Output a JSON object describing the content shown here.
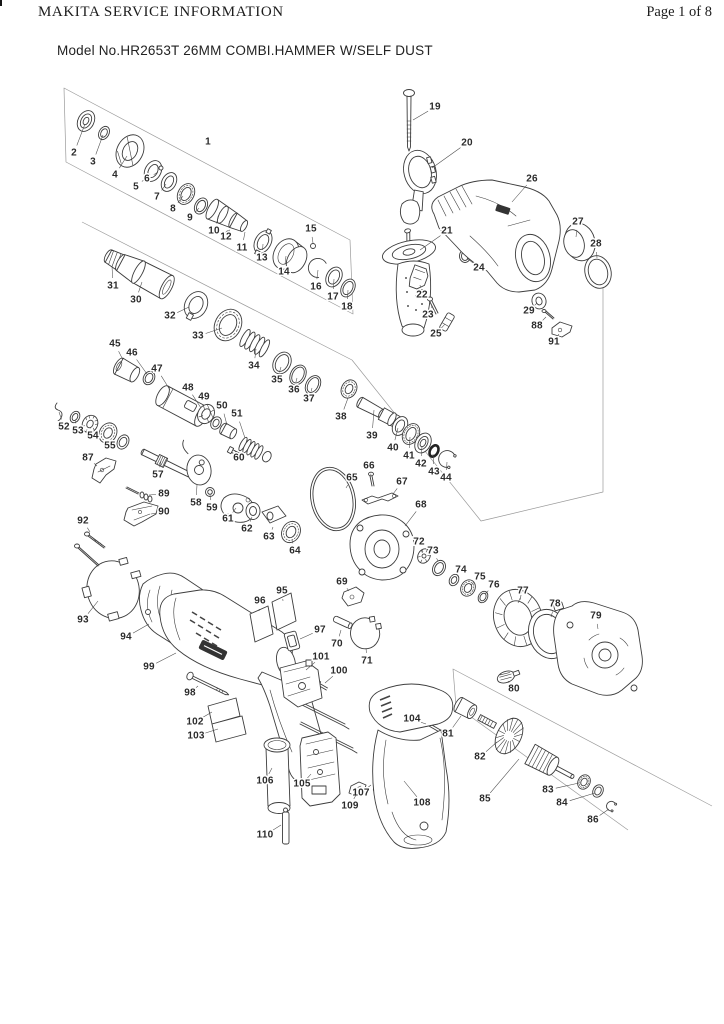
{
  "header": {
    "title": "MAKITA SERVICE INFORMATION",
    "page_indicator": "Page 1 of 8"
  },
  "model_line": "Model No.HR2653T 26MM COMBI.HAMMER W/SELF DUST",
  "diagram": {
    "type": "exploded-parts-diagram",
    "parts": [
      [
        1,
        208,
        142,
        null,
        null
      ],
      [
        2,
        74,
        153,
        85,
        124
      ],
      [
        3,
        93,
        162,
        103,
        135
      ],
      [
        4,
        115,
        175,
        127,
        156
      ],
      [
        5,
        136,
        187,
        150,
        174
      ],
      [
        6,
        147,
        179,
        158,
        172
      ],
      [
        7,
        157,
        197,
        166,
        184
      ],
      [
        8,
        173,
        209,
        183,
        196
      ],
      [
        9,
        190,
        218,
        199,
        208
      ],
      [
        10,
        214,
        231,
        220,
        212
      ],
      [
        11,
        242,
        248,
        245,
        232
      ],
      [
        12,
        226,
        237,
        228,
        233
      ],
      [
        13,
        262,
        258,
        263,
        244
      ],
      [
        14,
        284,
        272,
        286,
        256
      ],
      [
        15,
        311,
        229,
        313,
        243
      ],
      [
        16,
        316,
        287,
        318,
        270
      ],
      [
        17,
        333,
        297,
        334,
        279
      ],
      [
        18,
        347,
        307,
        348,
        290
      ],
      [
        19,
        435,
        107,
        413,
        120
      ],
      [
        20,
        467,
        143,
        432,
        168
      ],
      [
        21,
        447,
        231,
        420,
        250
      ],
      [
        22,
        422,
        295,
        420,
        285
      ],
      [
        23,
        428,
        315,
        432,
        306
      ],
      [
        24,
        479,
        268,
        467,
        258
      ],
      [
        25,
        436,
        334,
        445,
        324
      ],
      [
        26,
        532,
        179,
        512,
        202
      ],
      [
        27,
        578,
        222,
        576,
        237
      ],
      [
        28,
        596,
        244,
        597,
        258
      ],
      [
        29,
        529,
        311,
        537,
        303
      ],
      [
        30,
        136,
        300,
        142,
        282
      ],
      [
        31,
        113,
        286,
        112,
        266
      ],
      [
        32,
        170,
        316,
        189,
        307
      ],
      [
        33,
        198,
        336,
        222,
        328
      ],
      [
        34,
        254,
        366,
        256,
        349
      ],
      [
        35,
        277,
        380,
        281,
        367
      ],
      [
        36,
        294,
        390,
        297,
        378
      ],
      [
        37,
        309,
        399,
        312,
        388
      ],
      [
        38,
        341,
        417,
        348,
        398
      ],
      [
        39,
        372,
        436,
        374,
        410
      ],
      [
        40,
        393,
        448,
        398,
        428
      ],
      [
        41,
        409,
        456,
        410,
        437
      ],
      [
        42,
        421,
        464,
        422,
        446
      ],
      [
        43,
        434,
        472,
        433,
        454
      ],
      [
        44,
        446,
        478,
        447,
        462
      ],
      [
        45,
        115,
        344,
        123,
        360
      ],
      [
        46,
        132,
        353,
        147,
        374
      ],
      [
        47,
        157,
        369,
        170,
        390
      ],
      [
        48,
        188,
        388,
        201,
        408
      ],
      [
        49,
        204,
        397,
        213,
        418
      ],
      [
        50,
        222,
        406,
        227,
        425
      ],
      [
        51,
        237,
        414,
        245,
        438
      ],
      [
        52,
        64,
        427,
        59,
        412
      ],
      [
        53,
        78,
        431,
        75,
        420
      ],
      [
        54,
        93,
        436,
        90,
        427
      ],
      [
        55,
        110,
        446,
        108,
        437
      ],
      [
        57,
        158,
        475,
        161,
        461
      ],
      [
        58,
        196,
        503,
        197,
        485
      ],
      [
        59,
        212,
        508,
        210,
        495
      ],
      [
        60,
        239,
        458,
        236,
        453
      ],
      [
        61,
        228,
        519,
        236,
        508
      ],
      [
        62,
        247,
        529,
        252,
        517
      ],
      [
        63,
        269,
        537,
        273,
        527
      ],
      [
        64,
        295,
        551,
        292,
        540
      ],
      [
        65,
        352,
        478,
        346,
        488
      ],
      [
        66,
        369,
        466,
        371,
        475
      ],
      [
        67,
        402,
        482,
        393,
        494
      ],
      [
        68,
        421,
        505,
        405,
        526
      ],
      [
        69,
        342,
        582,
        349,
        591
      ],
      [
        70,
        337,
        644,
        341,
        630
      ],
      [
        71,
        367,
        661,
        366,
        648
      ],
      [
        72,
        419,
        542,
        423,
        552
      ],
      [
        73,
        433,
        551,
        438,
        561
      ],
      [
        74,
        461,
        570,
        456,
        578
      ],
      [
        75,
        480,
        577,
        471,
        585
      ],
      [
        76,
        494,
        585,
        485,
        594
      ],
      [
        77,
        523,
        591,
        518,
        603
      ],
      [
        78,
        555,
        604,
        551,
        617
      ],
      [
        79,
        596,
        616,
        598,
        629
      ],
      [
        80,
        514,
        689,
        508,
        681
      ],
      [
        81,
        448,
        734,
        461,
        716
      ],
      [
        82,
        480,
        757,
        497,
        742
      ],
      [
        83,
        548,
        790,
        579,
        783
      ],
      [
        84,
        562,
        803,
        595,
        793
      ],
      [
        85,
        485,
        799,
        519,
        759
      ],
      [
        86,
        593,
        820,
        609,
        809
      ],
      [
        87,
        88,
        458,
        97,
        466
      ],
      [
        88,
        537,
        326,
        546,
        317
      ],
      [
        89,
        164,
        494,
        149,
        495
      ],
      [
        90,
        164,
        512,
        151,
        514
      ],
      [
        91,
        554,
        342,
        559,
        334
      ],
      [
        92,
        83,
        521,
        90,
        532
      ],
      [
        93,
        83,
        620,
        98,
        601
      ],
      [
        94,
        126,
        637,
        149,
        624
      ],
      [
        95,
        282,
        591,
        283,
        601
      ],
      [
        96,
        260,
        601,
        259,
        611
      ],
      [
        97,
        320,
        630,
        300,
        639
      ],
      [
        98,
        190,
        693,
        198,
        686
      ],
      [
        99,
        149,
        667,
        176,
        653
      ],
      [
        100,
        339,
        671,
        325,
        683
      ],
      [
        101,
        321,
        657,
        306,
        670
      ],
      [
        102,
        195,
        722,
        212,
        712
      ],
      [
        103,
        196,
        736,
        218,
        729
      ],
      [
        104,
        412,
        719,
        426,
        724
      ],
      [
        105,
        302,
        784,
        311,
        774
      ],
      [
        106,
        265,
        781,
        272,
        768
      ],
      [
        107,
        361,
        793,
        371,
        785
      ],
      [
        108,
        422,
        803,
        404,
        781
      ],
      [
        109,
        350,
        806,
        356,
        795
      ],
      [
        110,
        265,
        835,
        281,
        825
      ]
    ]
  }
}
